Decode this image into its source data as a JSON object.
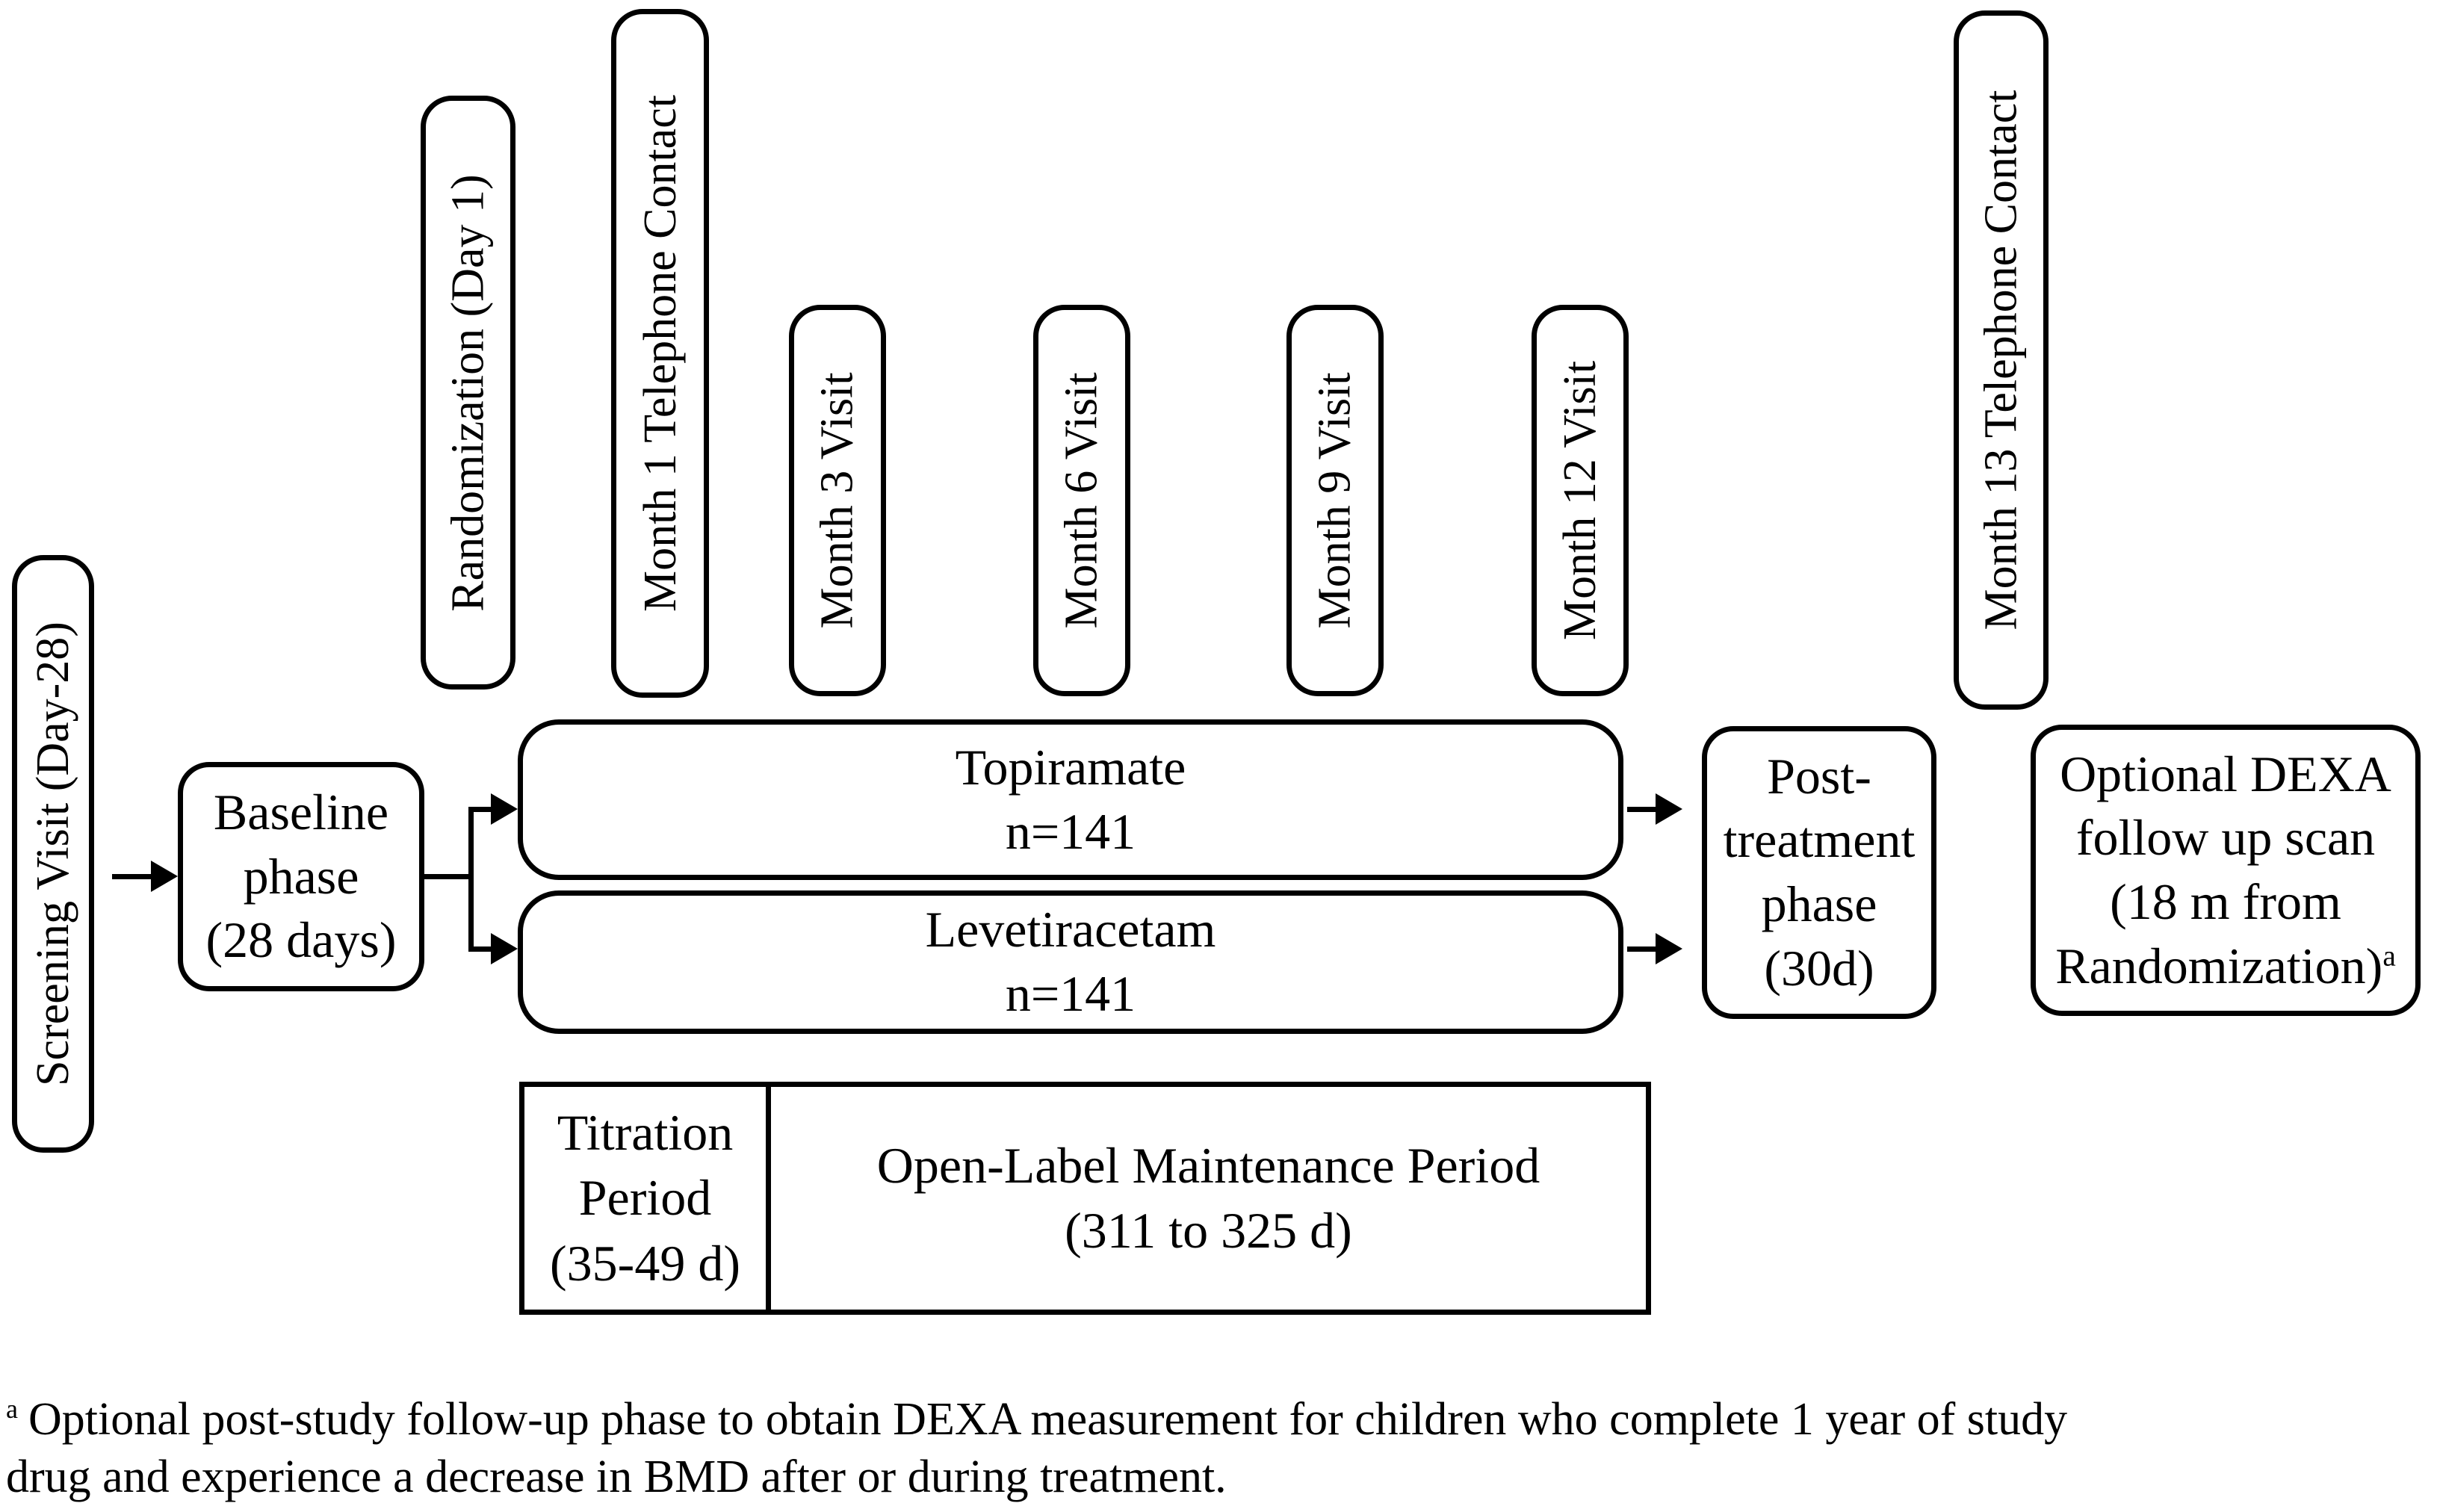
{
  "colors": {
    "ink": "#000000",
    "background": "#ffffff"
  },
  "timeline_events": [
    "Screening Visit (Day-28)",
    "Randomization (Day 1)",
    "Month 1 Telephone Contact",
    "Month 3 Visit",
    "Month 6 Visit",
    "Month 9 Visit",
    "Month 12 Visit",
    "Month 13 Telephone Contact"
  ],
  "boxes": {
    "baseline": {
      "lines": [
        "Baseline",
        "phase",
        "(28 days)"
      ]
    },
    "topiramate_arm": {
      "lines": [
        "Topiramate",
        "n=141"
      ]
    },
    "levetiracetam_arm": {
      "lines": [
        "Levetiracetam",
        "n=141"
      ]
    },
    "post_treatment": {
      "lines": [
        "Post-",
        "treatment",
        "phase",
        "(30d)"
      ]
    },
    "dexa_followup": {
      "lines": [
        "Optional DEXA",
        "follow up scan",
        "(18 m from",
        "Randomization)"
      ],
      "footnote_marker": "a"
    },
    "titration_period": {
      "lines": [
        "Titration",
        "Period",
        "(35-49 d)"
      ]
    },
    "maintenance_period": {
      "lines": [
        "Open-Label Maintenance Period",
        "(311 to 325 d)"
      ]
    }
  },
  "footnote": {
    "marker": "a",
    "line1": "Optional post-study follow-up phase to obtain DEXA measurement for children who complete 1 year of study",
    "line2": "drug and experience a decrease in BMD after or during treatment."
  }
}
